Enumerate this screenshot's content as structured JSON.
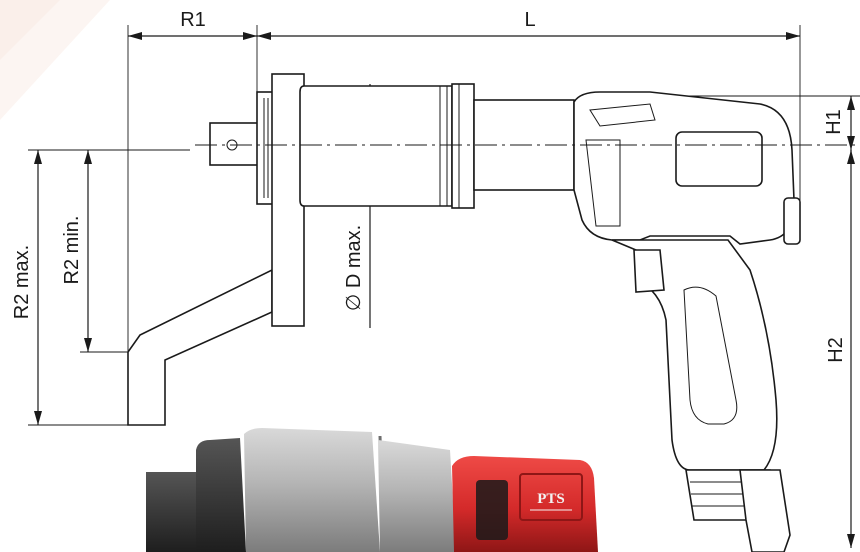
{
  "labels": {
    "r1": "R1",
    "l": "L",
    "h1": "H1",
    "h2": "H2",
    "r2_max": "R2 max.",
    "r2_min": "R2 min.",
    "d_max": "∅ D max."
  },
  "logo": "PTS",
  "colors": {
    "line": "#1a1a1a",
    "photo_red": "#d42a2a",
    "photo_gray": "#a8a8a8",
    "photo_dark": "#2e2e2e",
    "background_accent": "#fbeee8"
  }
}
